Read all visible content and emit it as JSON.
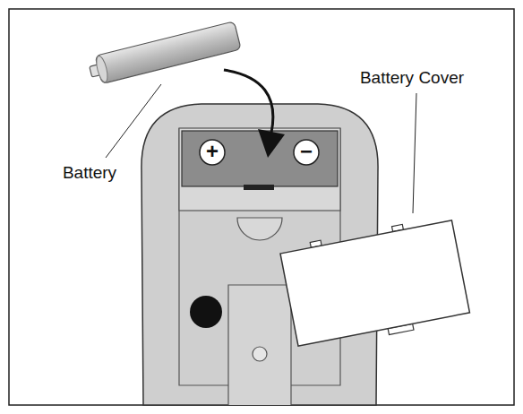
{
  "diagram": {
    "labels": [
      "Battery",
      "Battery Cover",
      "+",
      "−"
    ]
  }
}
